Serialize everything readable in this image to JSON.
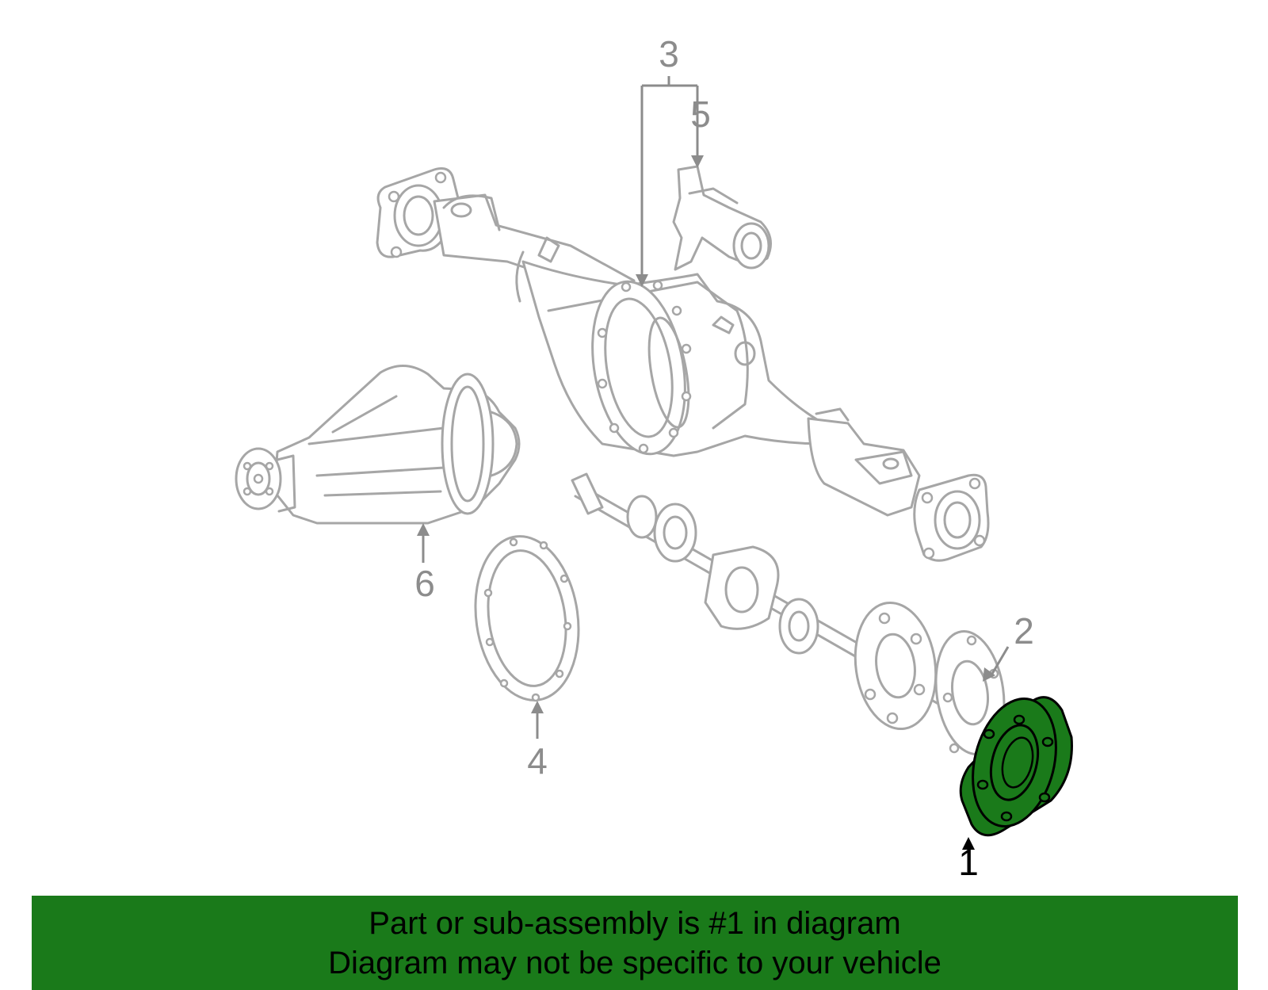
{
  "diagram": {
    "callouts": [
      {
        "id": "1",
        "label": "1"
      },
      {
        "id": "2",
        "label": "2"
      },
      {
        "id": "3",
        "label": "3"
      },
      {
        "id": "4",
        "label": "4"
      },
      {
        "id": "5",
        "label": "5"
      },
      {
        "id": "6",
        "label": "6"
      }
    ],
    "highlighted_part": "1",
    "colors": {
      "line_gray": "#a6a6a6",
      "label_gray": "#8c8c8c",
      "highlight_green": "#1a7a1a",
      "highlight_outline": "#000000"
    }
  },
  "banner": {
    "line1": "Part or sub-assembly is #1 in diagram",
    "line2": "Diagram may not be specific to your vehicle",
    "background": "#1a7a1a"
  }
}
